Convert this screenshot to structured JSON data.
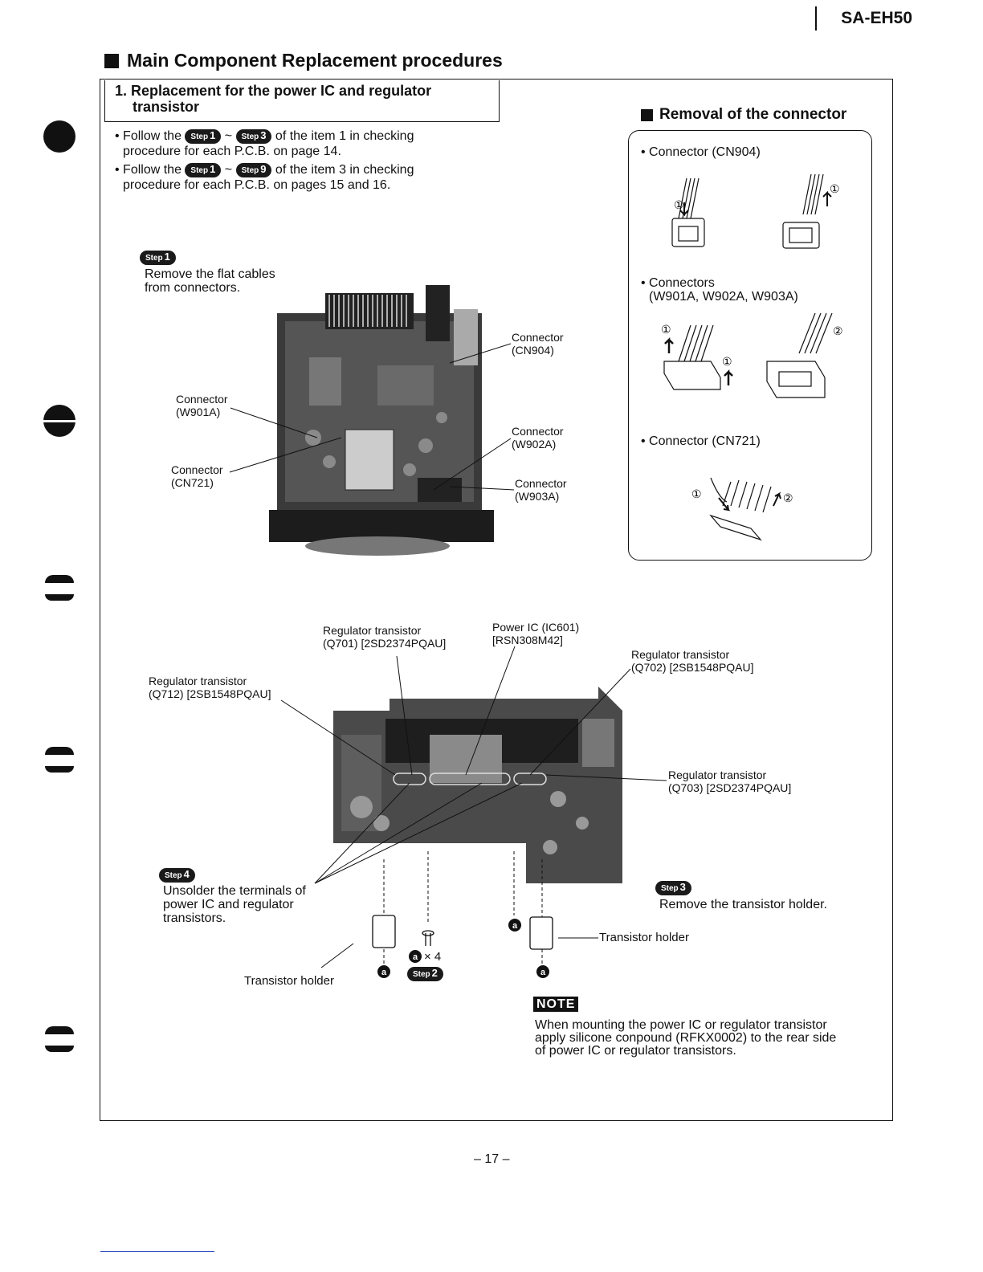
{
  "model": "SA-EH50",
  "page_title": "Main Component Replacement procedures",
  "section": {
    "line1": "1. Replacement for the power IC and regulator",
    "line2": "transistor"
  },
  "steps_word": "Step",
  "intro": {
    "b1_pre": "• Follow the",
    "b1_s1": "1",
    "b1_s2": "3",
    "b1_post": "of the item 1 in checking",
    "b1_line2": "procedure for each P.C.B. on page 14.",
    "b2_pre": "• Follow the",
    "b2_s1": "1",
    "b2_s2": "9",
    "b2_post": "of the item 3 in checking",
    "b2_line2": "procedure for each P.C.B. on pages 15 and 16."
  },
  "step1": {
    "num": "1",
    "line1": "Remove the flat cables",
    "line2": "from connectors."
  },
  "connector_labels": {
    "cn904_a": "Connector",
    "cn904_b": "(CN904)",
    "w901a_a": "Connector",
    "w901a_b": "(W901A)",
    "w902a_a": "Connector",
    "w902a_b": "(W902A)",
    "cn721_a": "Connector",
    "cn721_b": "(CN721)",
    "w903a_a": "Connector",
    "w903a_b": "(W903A)"
  },
  "removal": {
    "title": "Removal of the connector",
    "c1": "• Connector (CN904)",
    "c2_a": "• Connectors",
    "c2_b": "(W901A, W902A, W903A)",
    "c3": "• Connector (CN721)",
    "m1": "①",
    "m2": "②"
  },
  "lower": {
    "q701_a": "Regulator transistor",
    "q701_b": "(Q701) [2SD2374PQAU]",
    "ic601_a": "Power IC (IC601)",
    "ic601_b": "[RSN308M42]",
    "q702_a": "Regulator transistor",
    "q702_b": "(Q702) [2SB1548PQAU]",
    "q712_a": "Regulator transistor",
    "q712_b": "(Q712) [2SB1548PQAU]",
    "q703_a": "Regulator transistor",
    "q703_b": "(Q703) [2SD2374PQAU]",
    "step4_num": "4",
    "step4_l1": "Unsolder the terminals of",
    "step4_l2": "power IC and regulator",
    "step4_l3": "transistors.",
    "step3_num": "3",
    "step3_text": "Remove the transistor holder.",
    "holder_right": "Transistor holder",
    "holder_left": "Transistor holder",
    "screw_mark": "a",
    "screw_count": "× 4",
    "step2_num": "2"
  },
  "note": {
    "badge": "NOTE",
    "l1": "When mounting the power IC or regulator transistor",
    "l2": "apply silicone conpound (RFKX0002) to the rear side",
    "l3": "of power IC or regulator transistors."
  },
  "page_number": "– 17 –"
}
